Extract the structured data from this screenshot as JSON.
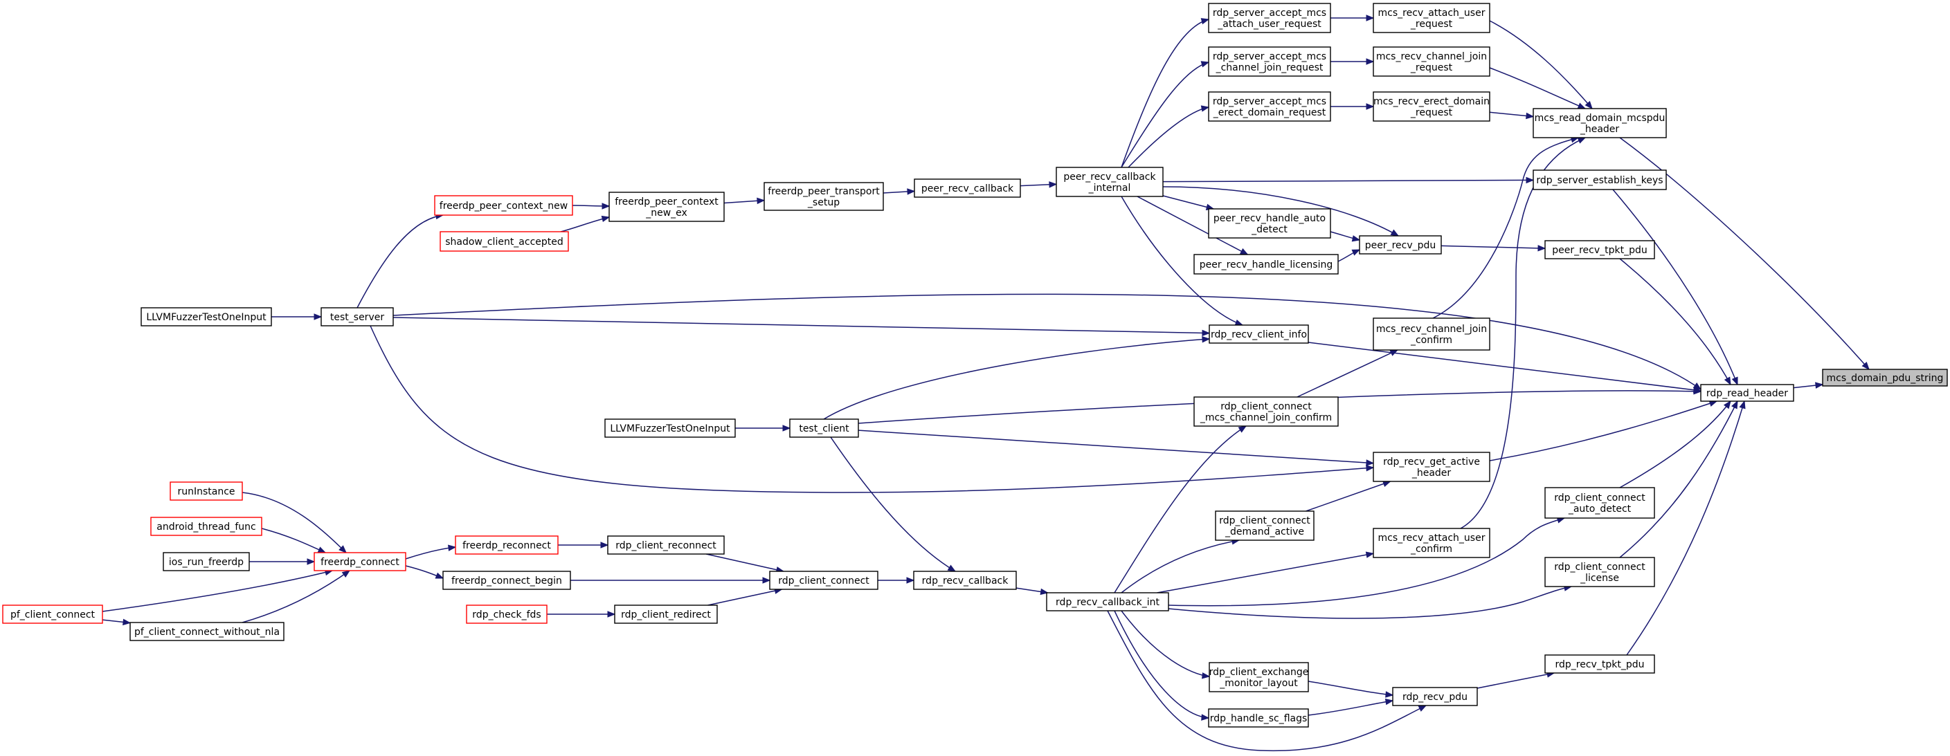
{
  "title": "",
  "nodes": [
    {
      "id": "mcs_domain_pdu_string",
      "lines": [
        "mcs_domain_pdu_string"
      ],
      "style": "root"
    },
    {
      "id": "rdp_read_header",
      "lines": [
        "rdp_read_header"
      ],
      "style": "normal"
    },
    {
      "id": "mcs_read_domain_mcspdu_header",
      "lines": [
        "mcs_read_domain_mcspdu",
        "_header"
      ],
      "style": "normal"
    },
    {
      "id": "mcs_recv_attach_user_request",
      "lines": [
        "mcs_recv_attach_user",
        "_request"
      ],
      "style": "normal"
    },
    {
      "id": "mcs_recv_channel_join_request",
      "lines": [
        "mcs_recv_channel_join",
        "_request"
      ],
      "style": "normal"
    },
    {
      "id": "mcs_recv_erect_domain_request",
      "lines": [
        "mcs_recv_erect_domain",
        "_request"
      ],
      "style": "normal"
    },
    {
      "id": "rdp_server_accept_mcs_attach_user_request",
      "lines": [
        "rdp_server_accept_mcs",
        "_attach_user_request"
      ],
      "style": "normal"
    },
    {
      "id": "rdp_server_accept_mcs_channel_join_request",
      "lines": [
        "rdp_server_accept_mcs",
        "_channel_join_request"
      ],
      "style": "normal"
    },
    {
      "id": "rdp_server_accept_mcs_erect_domain_request",
      "lines": [
        "rdp_server_accept_mcs",
        "_erect_domain_request"
      ],
      "style": "normal"
    },
    {
      "id": "peer_recv_callback_internal",
      "lines": [
        "peer_recv_callback",
        "_internal"
      ],
      "style": "normal"
    },
    {
      "id": "peer_recv_callback",
      "lines": [
        "peer_recv_callback"
      ],
      "style": "normal"
    },
    {
      "id": "freerdp_peer_transport_setup",
      "lines": [
        "freerdp_peer_transport",
        "_setup"
      ],
      "style": "normal"
    },
    {
      "id": "freerdp_peer_context_new_ex",
      "lines": [
        "freerdp_peer_context",
        "_new_ex"
      ],
      "style": "normal"
    },
    {
      "id": "freerdp_peer_context_new",
      "lines": [
        "freerdp_peer_context_new"
      ],
      "style": "red"
    },
    {
      "id": "shadow_client_accepted",
      "lines": [
        "shadow_client_accepted"
      ],
      "style": "red"
    },
    {
      "id": "test_server",
      "lines": [
        "test_server"
      ],
      "style": "normal"
    },
    {
      "id": "LLVMFuzzerTestOneInput_1",
      "lines": [
        "LLVMFuzzerTestOneInput"
      ],
      "style": "normal"
    },
    {
      "id": "rdp_server_establish_keys",
      "lines": [
        "rdp_server_establish_keys"
      ],
      "style": "normal"
    },
    {
      "id": "peer_recv_tpkt_pdu",
      "lines": [
        "peer_recv_tpkt_pdu"
      ],
      "style": "normal"
    },
    {
      "id": "peer_recv_pdu",
      "lines": [
        "peer_recv_pdu"
      ],
      "style": "normal"
    },
    {
      "id": "peer_recv_handle_auto_detect",
      "lines": [
        "peer_recv_handle_auto",
        "_detect"
      ],
      "style": "normal"
    },
    {
      "id": "peer_recv_handle_licensing",
      "lines": [
        "peer_recv_handle_licensing"
      ],
      "style": "normal"
    },
    {
      "id": "rdp_recv_client_info",
      "lines": [
        "rdp_recv_client_info"
      ],
      "style": "normal"
    },
    {
      "id": "mcs_recv_channel_join_confirm",
      "lines": [
        "mcs_recv_channel_join",
        "_confirm"
      ],
      "style": "normal"
    },
    {
      "id": "rdp_client_connect_mcs_channel_join_confirm",
      "lines": [
        "rdp_client_connect",
        "_mcs_channel_join_confirm"
      ],
      "style": "normal"
    },
    {
      "id": "test_client",
      "lines": [
        "test_client"
      ],
      "style": "normal"
    },
    {
      "id": "LLVMFuzzerTestOneInput_2",
      "lines": [
        "LLVMFuzzerTestOneInput"
      ],
      "style": "normal"
    },
    {
      "id": "rdp_recv_get_active_header",
      "lines": [
        "rdp_recv_get_active",
        "_header"
      ],
      "style": "normal"
    },
    {
      "id": "rdp_client_connect_auto_detect",
      "lines": [
        "rdp_client_connect",
        "_auto_detect"
      ],
      "style": "normal"
    },
    {
      "id": "rdp_client_connect_demand_active",
      "lines": [
        "rdp_client_connect",
        "_demand_active"
      ],
      "style": "normal"
    },
    {
      "id": "mcs_recv_attach_user_confirm",
      "lines": [
        "mcs_recv_attach_user",
        "_confirm"
      ],
      "style": "normal"
    },
    {
      "id": "rdp_client_connect_license",
      "lines": [
        "rdp_client_connect",
        "_license"
      ],
      "style": "normal"
    },
    {
      "id": "rdp_recv_callback_int",
      "lines": [
        "rdp_recv_callback_int"
      ],
      "style": "normal"
    },
    {
      "id": "rdp_recv_callback",
      "lines": [
        "rdp_recv_callback"
      ],
      "style": "normal"
    },
    {
      "id": "rdp_client_connect",
      "lines": [
        "rdp_client_connect"
      ],
      "style": "normal"
    },
    {
      "id": "rdp_client_reconnect",
      "lines": [
        "rdp_client_reconnect"
      ],
      "style": "normal"
    },
    {
      "id": "rdp_client_redirect",
      "lines": [
        "rdp_client_redirect"
      ],
      "style": "normal"
    },
    {
      "id": "rdp_check_fds",
      "lines": [
        "rdp_check_fds"
      ],
      "style": "red"
    },
    {
      "id": "freerdp_reconnect",
      "lines": [
        "freerdp_reconnect"
      ],
      "style": "red"
    },
    {
      "id": "freerdp_connect_begin",
      "lines": [
        "freerdp_connect_begin"
      ],
      "style": "normal"
    },
    {
      "id": "freerdp_connect",
      "lines": [
        "freerdp_connect"
      ],
      "style": "red"
    },
    {
      "id": "runInstance",
      "lines": [
        "runInstance"
      ],
      "style": "red"
    },
    {
      "id": "android_thread_func",
      "lines": [
        "android_thread_func"
      ],
      "style": "red"
    },
    {
      "id": "ios_run_freerdp",
      "lines": [
        "ios_run_freerdp"
      ],
      "style": "normal"
    },
    {
      "id": "pf_client_connect",
      "lines": [
        "pf_client_connect"
      ],
      "style": "red"
    },
    {
      "id": "pf_client_connect_without_nla",
      "lines": [
        "pf_client_connect_without_nla"
      ],
      "style": "normal"
    },
    {
      "id": "rdp_recv_tpkt_pdu",
      "lines": [
        "rdp_recv_tpkt_pdu"
      ],
      "style": "normal"
    },
    {
      "id": "rdp_recv_pdu",
      "lines": [
        "rdp_recv_pdu"
      ],
      "style": "normal"
    },
    {
      "id": "rdp_client_exchange_monitor_layout",
      "lines": [
        "rdp_client_exchange",
        "_monitor_layout"
      ],
      "style": "normal"
    },
    {
      "id": "rdp_handle_sc_flags",
      "lines": [
        "rdp_handle_sc_flags"
      ],
      "style": "normal"
    }
  ],
  "edges": [
    [
      "rdp_read_header",
      "mcs_domain_pdu_string"
    ],
    [
      "mcs_read_domain_mcspdu_header",
      "mcs_domain_pdu_string"
    ],
    [
      "mcs_recv_attach_user_request",
      "mcs_read_domain_mcspdu_header"
    ],
    [
      "mcs_recv_channel_join_request",
      "mcs_read_domain_mcspdu_header"
    ],
    [
      "mcs_recv_erect_domain_request",
      "mcs_read_domain_mcspdu_header"
    ],
    [
      "mcs_recv_channel_join_confirm",
      "mcs_read_domain_mcspdu_header"
    ],
    [
      "mcs_recv_attach_user_confirm",
      "mcs_read_domain_mcspdu_header"
    ],
    [
      "rdp_server_accept_mcs_attach_user_request",
      "mcs_recv_attach_user_request"
    ],
    [
      "rdp_server_accept_mcs_channel_join_request",
      "mcs_recv_channel_join_request"
    ],
    [
      "rdp_server_accept_mcs_erect_domain_request",
      "mcs_recv_erect_domain_request"
    ],
    [
      "peer_recv_callback_internal",
      "rdp_server_accept_mcs_attach_user_request"
    ],
    [
      "peer_recv_callback_internal",
      "rdp_server_accept_mcs_channel_join_request"
    ],
    [
      "peer_recv_callback_internal",
      "rdp_server_accept_mcs_erect_domain_request"
    ],
    [
      "peer_recv_callback_internal",
      "rdp_server_establish_keys"
    ],
    [
      "peer_recv_callback_internal",
      "peer_recv_handle_auto_detect"
    ],
    [
      "peer_recv_callback_internal",
      "peer_recv_handle_licensing"
    ],
    [
      "peer_recv_callback_internal",
      "peer_recv_pdu"
    ],
    [
      "peer_recv_callback_internal",
      "rdp_recv_client_info"
    ],
    [
      "peer_recv_callback",
      "peer_recv_callback_internal"
    ],
    [
      "freerdp_peer_transport_setup",
      "peer_recv_callback"
    ],
    [
      "freerdp_peer_context_new_ex",
      "freerdp_peer_transport_setup"
    ],
    [
      "freerdp_peer_context_new",
      "freerdp_peer_context_new_ex"
    ],
    [
      "shadow_client_accepted",
      "freerdp_peer_context_new_ex"
    ],
    [
      "test_server",
      "freerdp_peer_context_new"
    ],
    [
      "LLVMFuzzerTestOneInput_1",
      "test_server"
    ],
    [
      "test_server",
      "rdp_read_header"
    ],
    [
      "test_server",
      "rdp_recv_client_info"
    ],
    [
      "test_server",
      "rdp_recv_get_active_header"
    ],
    [
      "rdp_server_establish_keys",
      "rdp_read_header"
    ],
    [
      "peer_recv_tpkt_pdu",
      "rdp_read_header"
    ],
    [
      "peer_recv_pdu",
      "peer_recv_tpkt_pdu"
    ],
    [
      "peer_recv_handle_auto_detect",
      "peer_recv_pdu"
    ],
    [
      "peer_recv_handle_licensing",
      "peer_recv_pdu"
    ],
    [
      "rdp_recv_client_info",
      "rdp_read_header"
    ],
    [
      "rdp_client_connect_mcs_channel_join_confirm",
      "mcs_recv_channel_join_confirm"
    ],
    [
      "rdp_recv_callback_int",
      "rdp_client_connect_mcs_channel_join_confirm"
    ],
    [
      "test_client",
      "rdp_read_header"
    ],
    [
      "test_client",
      "rdp_recv_client_info"
    ],
    [
      "test_client",
      "rdp_recv_get_active_header"
    ],
    [
      "LLVMFuzzerTestOneInput_2",
      "test_client"
    ],
    [
      "rdp_recv_get_active_header",
      "rdp_read_header"
    ],
    [
      "rdp_client_connect_demand_active",
      "rdp_recv_get_active_header"
    ],
    [
      "rdp_client_connect_auto_detect",
      "rdp_read_header"
    ],
    [
      "rdp_client_connect_license",
      "rdp_read_header"
    ],
    [
      "rdp_recv_callback_int",
      "rdp_client_connect_demand_active"
    ],
    [
      "rdp_recv_callback_int",
      "mcs_recv_attach_user_confirm"
    ],
    [
      "rdp_recv_callback_int",
      "rdp_client_connect_auto_detect"
    ],
    [
      "rdp_recv_callback_int",
      "rdp_client_connect_license"
    ],
    [
      "rdp_recv_callback_int",
      "rdp_client_exchange_monitor_layout"
    ],
    [
      "rdp_recv_callback_int",
      "rdp_handle_sc_flags"
    ],
    [
      "rdp_recv_callback_int",
      "rdp_recv_pdu"
    ],
    [
      "rdp_recv_callback",
      "rdp_recv_callback_int"
    ],
    [
      "test_client",
      "rdp_recv_callback"
    ],
    [
      "rdp_client_connect",
      "rdp_recv_callback"
    ],
    [
      "rdp_client_reconnect",
      "rdp_client_connect"
    ],
    [
      "freerdp_connect_begin",
      "rdp_client_connect"
    ],
    [
      "rdp_client_redirect",
      "rdp_client_connect"
    ],
    [
      "rdp_check_fds",
      "rdp_client_redirect"
    ],
    [
      "freerdp_reconnect",
      "rdp_client_reconnect"
    ],
    [
      "freerdp_connect",
      "freerdp_reconnect"
    ],
    [
      "freerdp_connect",
      "freerdp_connect_begin"
    ],
    [
      "runInstance",
      "freerdp_connect"
    ],
    [
      "android_thread_func",
      "freerdp_connect"
    ],
    [
      "ios_run_freerdp",
      "freerdp_connect"
    ],
    [
      "pf_client_connect",
      "freerdp_connect"
    ],
    [
      "pf_client_connect_without_nla",
      "freerdp_connect"
    ],
    [
      "pf_client_connect",
      "pf_client_connect_without_nla"
    ],
    [
      "rdp_recv_tpkt_pdu",
      "rdp_read_header"
    ],
    [
      "rdp_recv_pdu",
      "rdp_recv_tpkt_pdu"
    ],
    [
      "rdp_client_exchange_monitor_layout",
      "rdp_recv_pdu"
    ],
    [
      "rdp_handle_sc_flags",
      "rdp_recv_pdu"
    ]
  ]
}
